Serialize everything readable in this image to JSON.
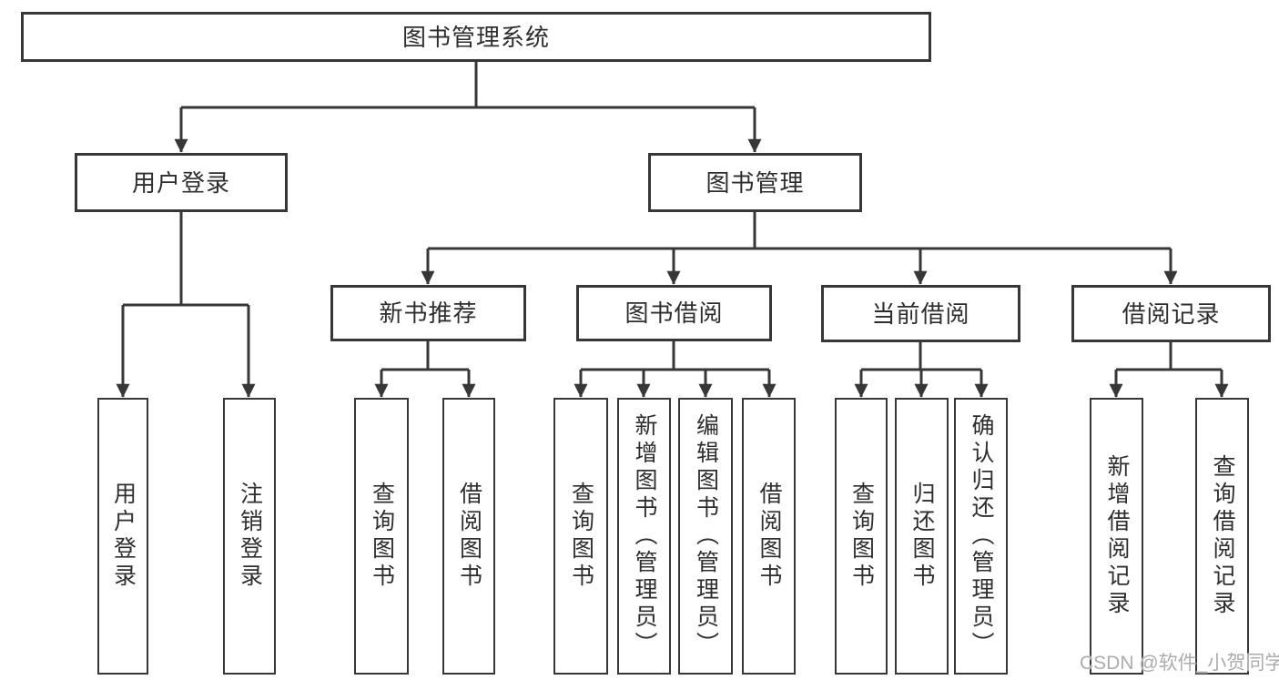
{
  "diagram_type": "hierarchy-tree",
  "colors": {
    "line": "#373737",
    "box_border": "#373737",
    "text": "#2e2e2e",
    "watermark": "#aaacae",
    "background": "#ffffff"
  },
  "tree": {
    "root": {
      "label": "图书管理系统"
    },
    "branches": [
      {
        "label": "用户登录",
        "leaves": [
          {
            "label": "用户登录"
          },
          {
            "label": "注销登录"
          }
        ]
      },
      {
        "label": "图书管理",
        "sections": [
          {
            "label": "新书推荐",
            "leaves": [
              {
                "label": "查询图书"
              },
              {
                "label": "借阅图书"
              }
            ]
          },
          {
            "label": "图书借阅",
            "leaves": [
              {
                "label": "查询图书"
              },
              {
                "label": "新增图书（管理员）"
              },
              {
                "label": "编辑图书（管理员）"
              },
              {
                "label": "借阅图书"
              }
            ]
          },
          {
            "label": "当前借阅",
            "leaves": [
              {
                "label": "查询图书"
              },
              {
                "label": "归还图书"
              },
              {
                "label": "确认归还（管理员）"
              }
            ]
          },
          {
            "label": "借阅记录",
            "leaves": [
              {
                "label": "新增借阅记录"
              },
              {
                "label": "查询借阅记录"
              }
            ]
          }
        ]
      }
    ]
  },
  "watermark": {
    "text": "CSDN @软件_小贺同学"
  }
}
